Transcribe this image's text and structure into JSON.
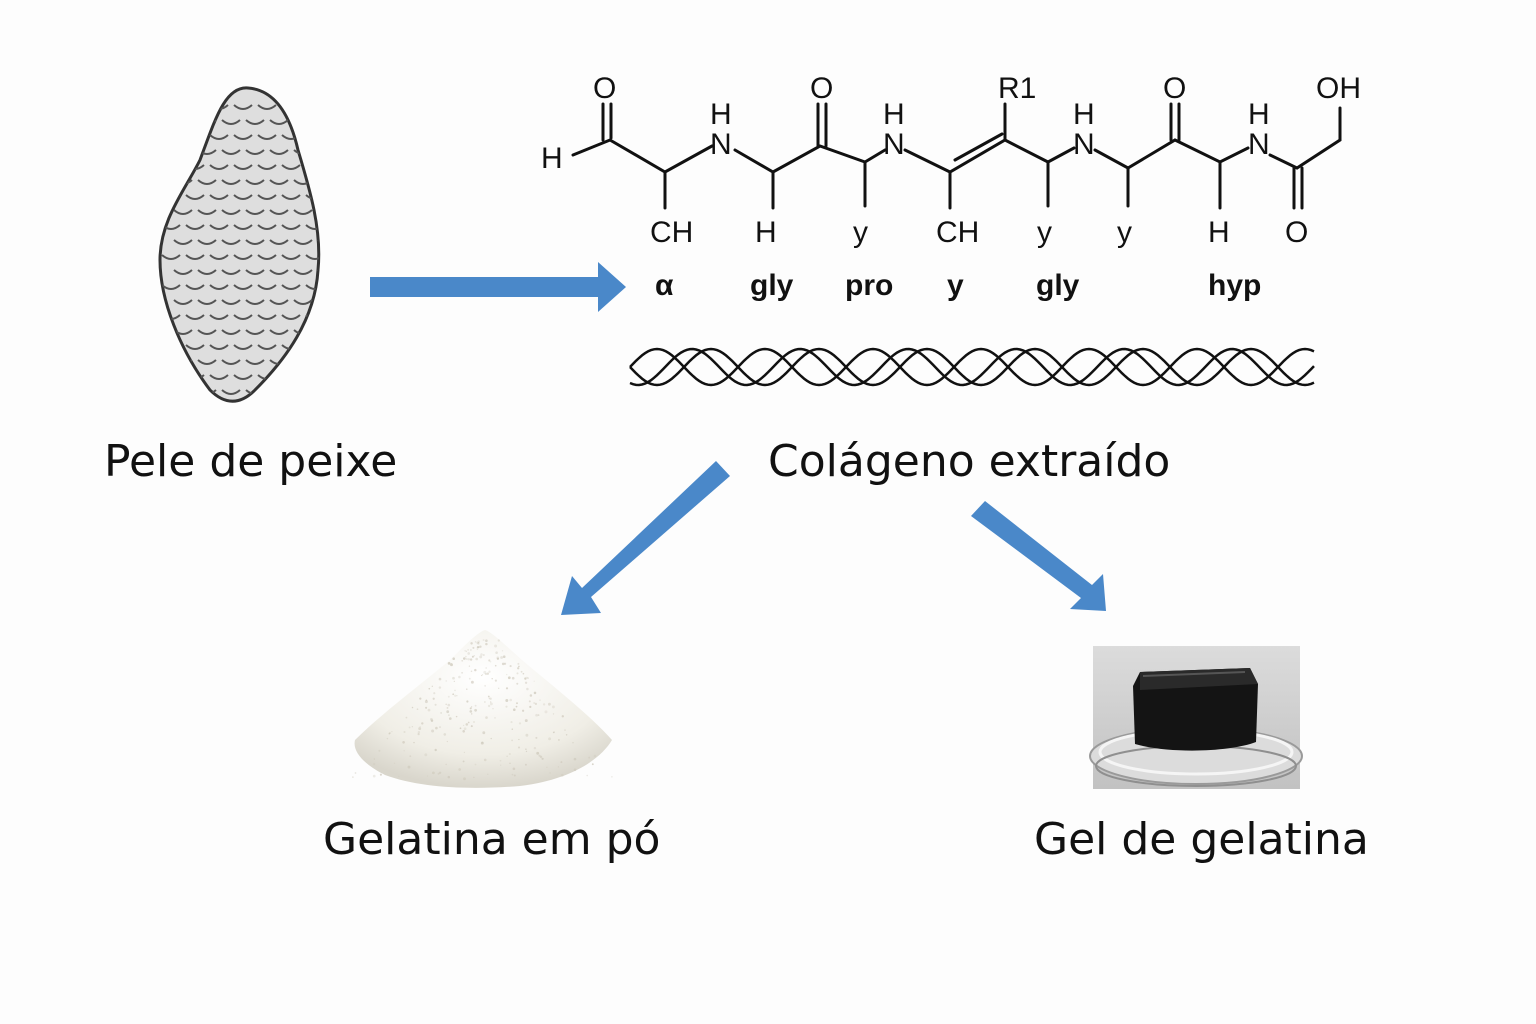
{
  "labels": {
    "skin": "Pele de peixe",
    "collagen": "Colágeno extraído",
    "powder": "Gelatina em pó",
    "gel": "Gel de gelatina"
  },
  "molecule": {
    "atoms": [
      "O",
      "H",
      "H",
      "N",
      "O",
      "H",
      "N",
      "R1",
      "H",
      "N",
      "O",
      "H",
      "N",
      "OH",
      "CH",
      "H",
      "y",
      "CH",
      "y",
      "y",
      "H",
      "O"
    ],
    "residues": [
      "α",
      "gly",
      "pro",
      "y",
      "gly",
      "hyp"
    ]
  },
  "colors": {
    "arrow": "#4a88c9",
    "text": "#111111",
    "skin_fill": "#dedede",
    "powder": "#f2f0e8",
    "gel_block": "#141414"
  },
  "icons": {
    "skin": "fish-skin-icon",
    "helix": "triple-helix-icon",
    "powder": "powder-pile-icon",
    "gel": "gel-cube-icon"
  }
}
